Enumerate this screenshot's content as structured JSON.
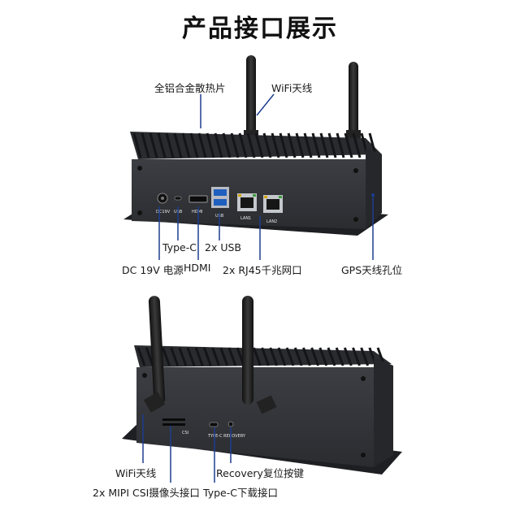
{
  "title": "产品接口展示",
  "top_labels": {
    "heatsink": "全铝合金散热片",
    "wifi": "WiFi天线",
    "type_c": "Type-C",
    "usb2": "2x USB",
    "dc": "DC 19V 电源",
    "hdmi": "HDMI",
    "rj45": "2x RJ45千兆网口",
    "gps": "GPS天线孔位"
  },
  "bottom_labels": {
    "wifi": "WiFi天线",
    "csi": "2x MIPI CSI摄像头接口",
    "recovery": "Recovery复位按键",
    "typec_dl": "Type-C下载接口"
  },
  "panel_text": {
    "dc19v": "DC19V",
    "usb_small": "USB",
    "hdmi": "HDMI",
    "usb": "USB",
    "lan1": "LAN1",
    "lan2": "LAN2",
    "csi": "CSI",
    "typec_recovery": "TYPE-C RECOVERY"
  },
  "colors": {
    "body": "#2e3034",
    "fins": "#1c1d20",
    "panel": "#3a3c40",
    "leader": "#1d3d8f"
  }
}
